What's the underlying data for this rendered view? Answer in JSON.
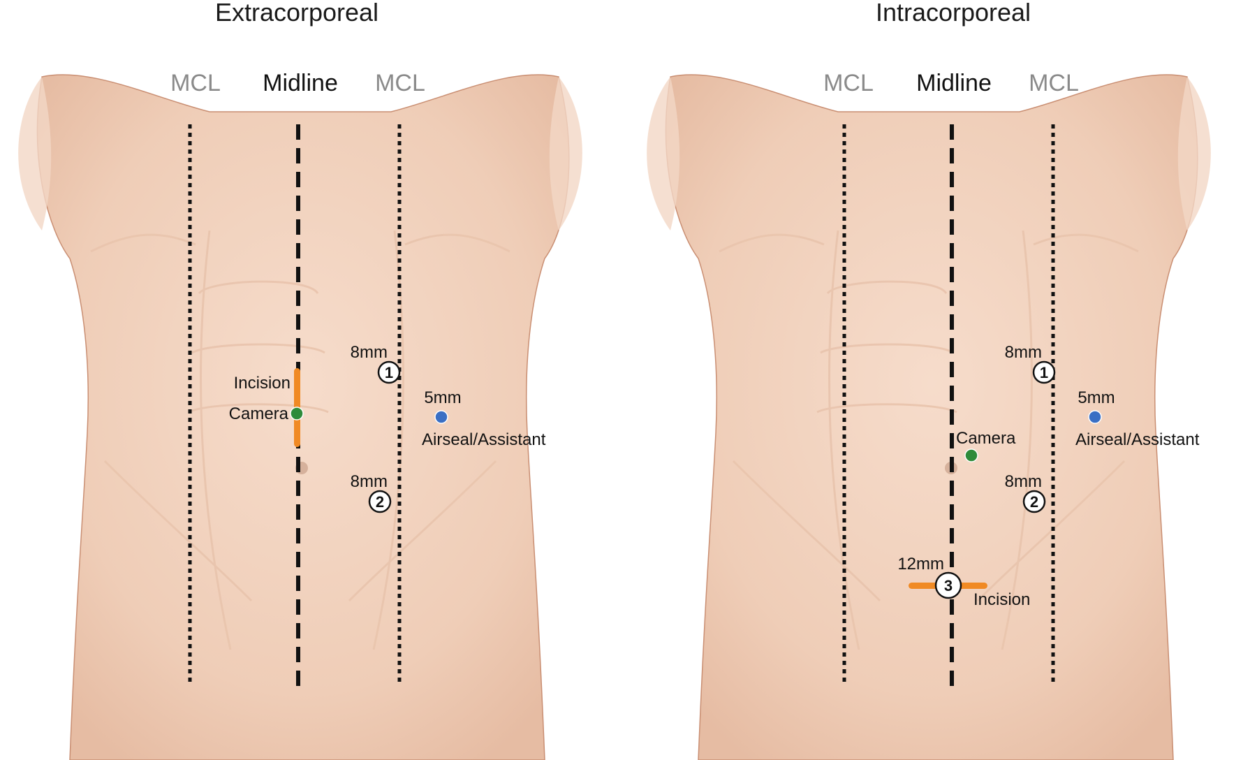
{
  "panels": [
    {
      "title": "Extracorporeal",
      "lines": {
        "mcl_left": "MCL",
        "midline": "Midline",
        "mcl_right": "MCL"
      },
      "ports": [
        {
          "number": "1",
          "size": "8mm"
        },
        {
          "number": "2",
          "size": "8mm"
        }
      ],
      "assistant": {
        "size": "5mm",
        "label": "Airseal/Assistant"
      },
      "camera": {
        "label": "Camera"
      },
      "incision": {
        "label": "Incision",
        "orientation": "vertical"
      }
    },
    {
      "title": "Intracorporeal",
      "lines": {
        "mcl_left": "MCL",
        "midline": "Midline",
        "mcl_right": "MCL"
      },
      "ports": [
        {
          "number": "1",
          "size": "8mm"
        },
        {
          "number": "2",
          "size": "8mm"
        },
        {
          "number": "3",
          "size": "12mm"
        }
      ],
      "assistant": {
        "size": "5mm",
        "label": "Airseal/Assistant"
      },
      "camera": {
        "label": "Camera"
      },
      "incision": {
        "label": "Incision",
        "orientation": "horizontal"
      }
    }
  ],
  "colors": {
    "skin": "#f2d3c0",
    "skin_shadow": "#dcae93",
    "camera": "#2e8b3a",
    "assistant": "#3a6fc4",
    "incision": "#f08a24",
    "mcl_label": "#8a8a8a",
    "midline_label": "#111111"
  }
}
